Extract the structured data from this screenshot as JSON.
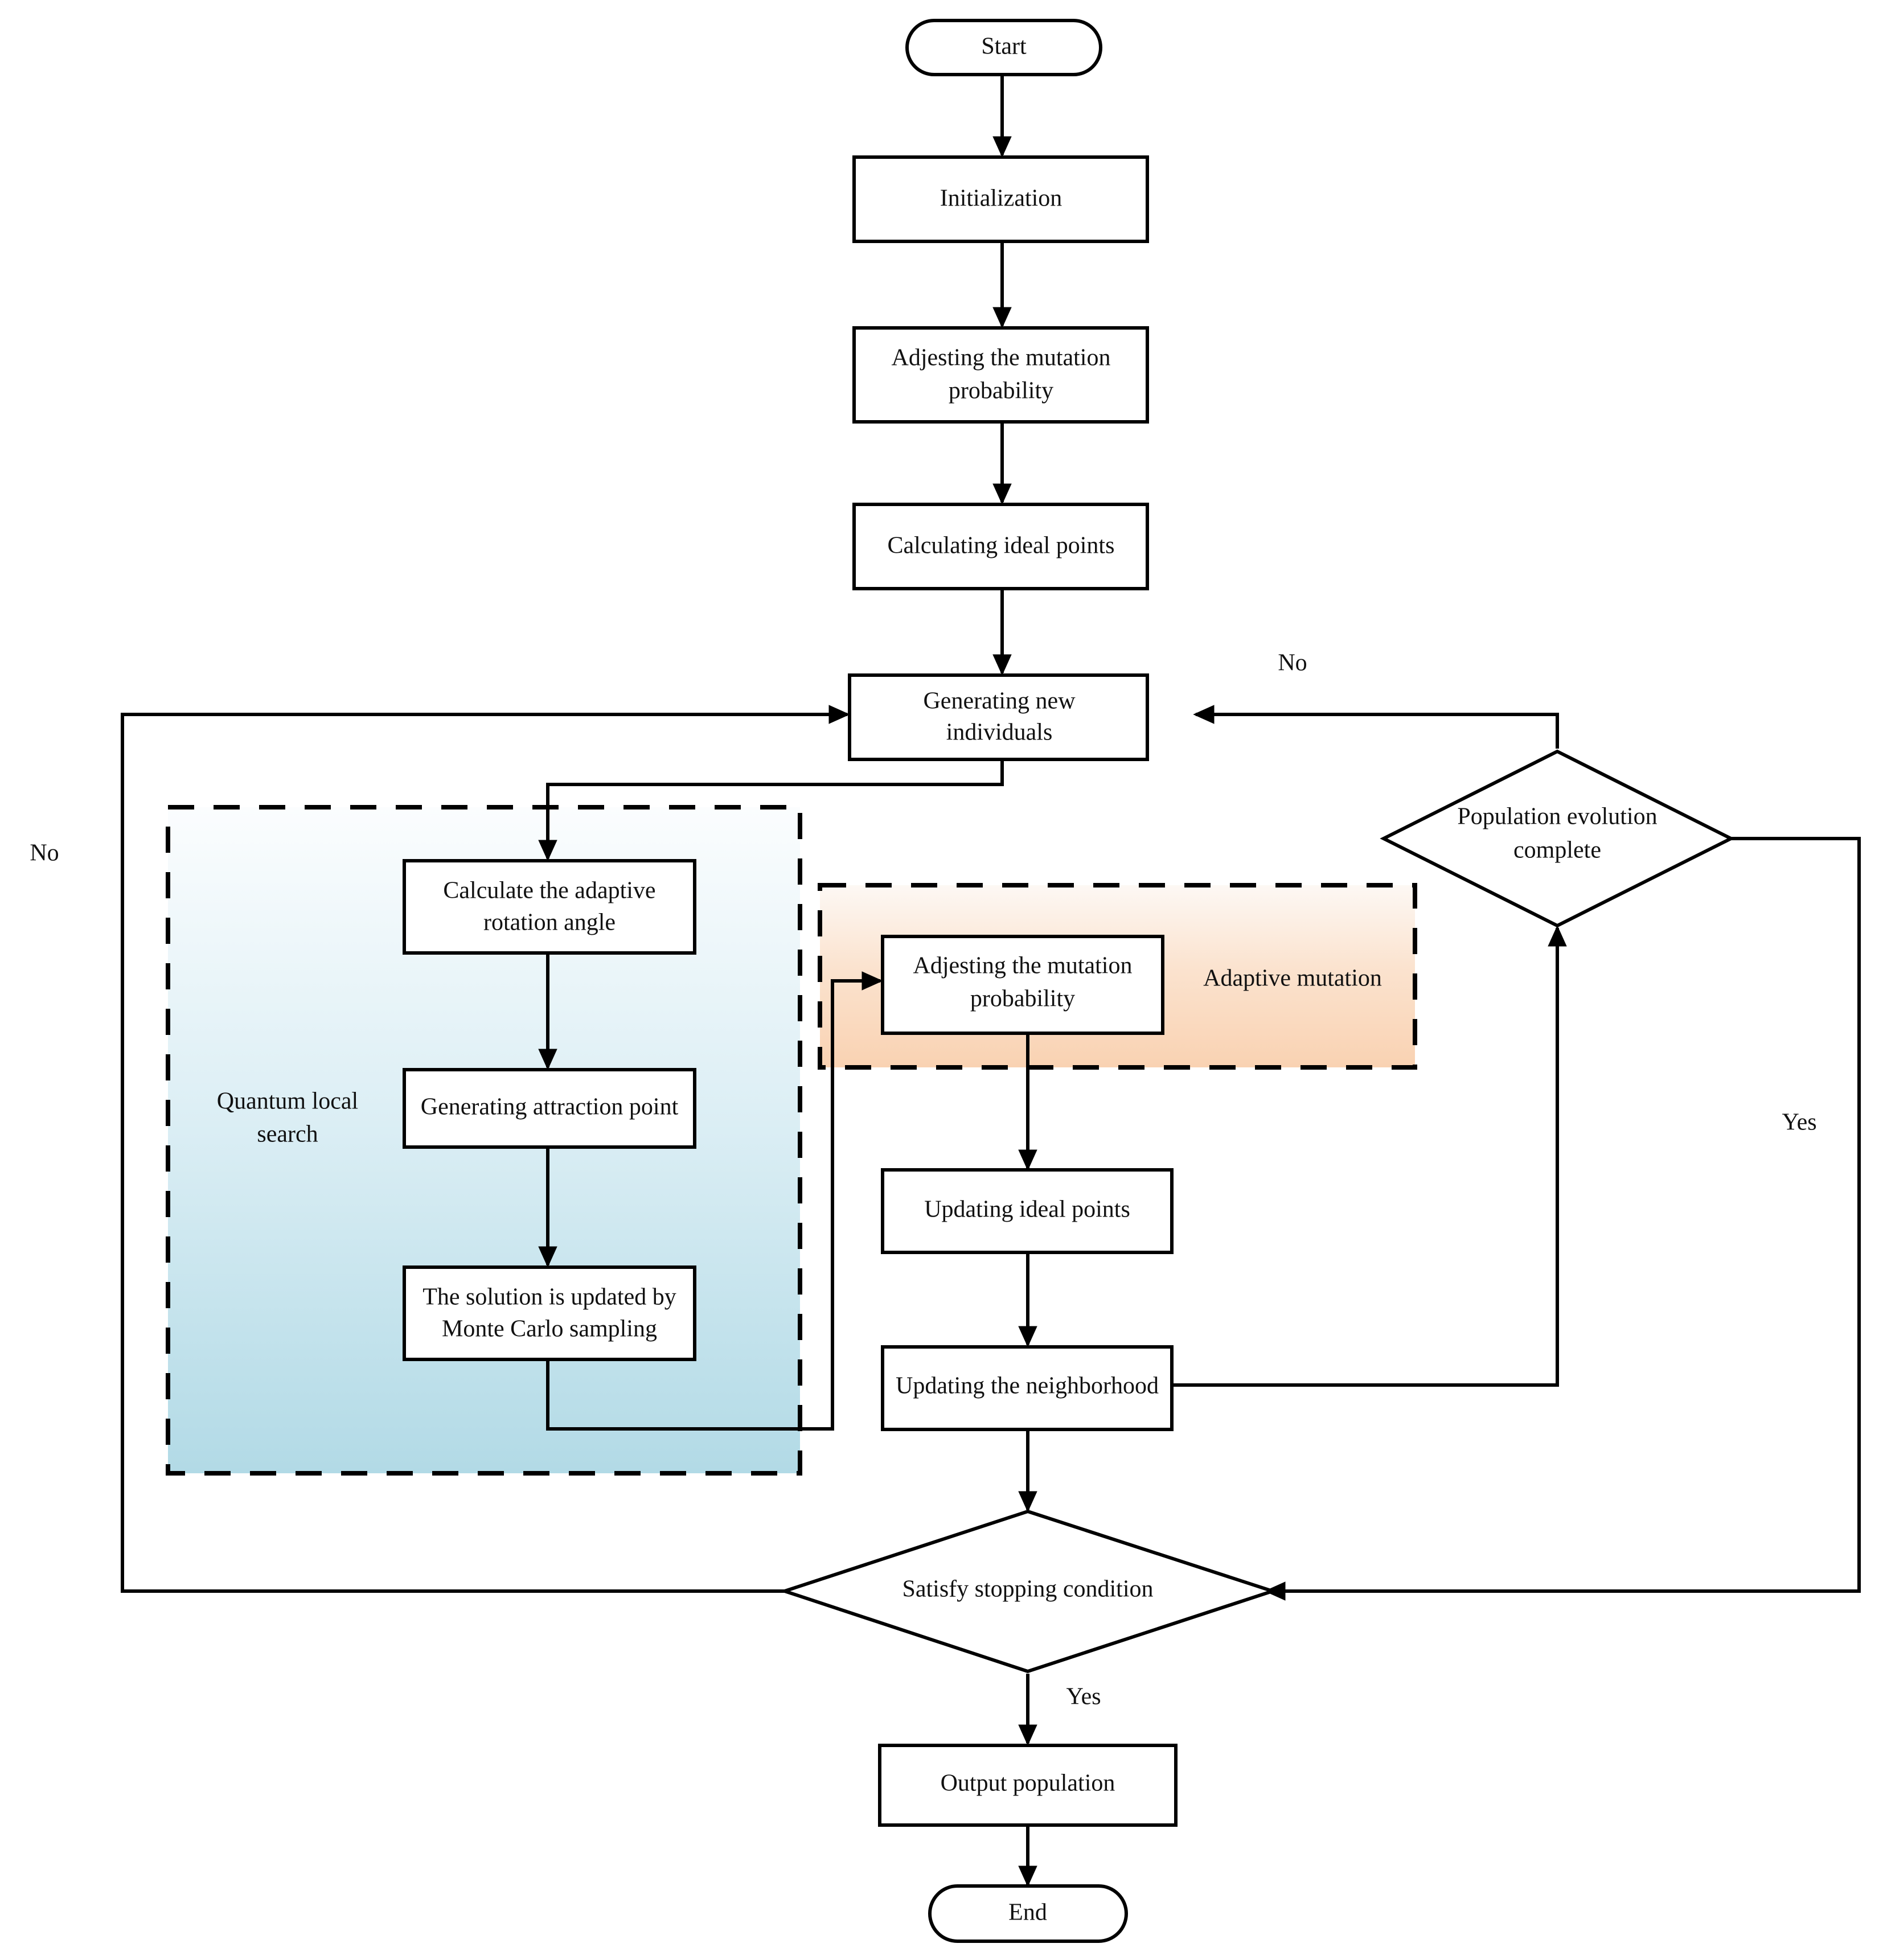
{
  "diagram": {
    "title": "Quantum-inspired adaptive evolutionary algorithm flowchart",
    "colors": {
      "stroke": "#000000",
      "node_fill": "#ffffff",
      "quantum_gradient_top": "#fbfdfe",
      "quantum_gradient_bottom": "#b2dae6",
      "mutation_gradient_top": "#fdf6f1",
      "mutation_gradient_bottom": "#f9d2b2",
      "background": "#ffffff"
    },
    "nodes": [
      {
        "id": "start",
        "shape": "terminator",
        "label": "Start"
      },
      {
        "id": "init",
        "shape": "process",
        "label": "Initialization"
      },
      {
        "id": "adjust1",
        "shape": "process",
        "label": "Adjesting the mutation\nprobability"
      },
      {
        "id": "calcideal",
        "shape": "process",
        "label": "Calculating ideal points"
      },
      {
        "id": "gennew",
        "shape": "process",
        "label": "Generating new\nindividuals"
      },
      {
        "id": "rotangle",
        "shape": "process",
        "label": "Calculate the adaptive\nrotation angle"
      },
      {
        "id": "attraction",
        "shape": "process",
        "label": "Generating attraction point"
      },
      {
        "id": "montecarlo",
        "shape": "process",
        "label": "The solution is updated by\nMonte Carlo sampling"
      },
      {
        "id": "adjust2",
        "shape": "process",
        "label": "Adjesting the mutation\nprobability"
      },
      {
        "id": "updideal",
        "shape": "process",
        "label": "Updating ideal points"
      },
      {
        "id": "updneigh",
        "shape": "process",
        "label": "Updating the neighborhood"
      },
      {
        "id": "popevo",
        "shape": "decision",
        "label": "Population evolution\ncomplete"
      },
      {
        "id": "stopcond",
        "shape": "decision",
        "label": "Satisfy stopping condition"
      },
      {
        "id": "outpop",
        "shape": "process",
        "label": "Output population"
      },
      {
        "id": "end",
        "shape": "terminator",
        "label": "End"
      }
    ],
    "node_labels": {
      "start": "Start",
      "init": "Initialization",
      "adjust1_line1": "Adjesting the mutation",
      "adjust1_line2": "probability",
      "calcideal": "Calculating ideal points",
      "gennew_line1": "Generating new",
      "gennew_line2": "individuals",
      "rotangle_line1": "Calculate the adaptive",
      "rotangle_line2": "rotation angle",
      "attraction": "Generating attraction point",
      "montecarlo_line1": "The solution is updated by",
      "montecarlo_line2": "Monte Carlo sampling",
      "adjust2_line1": "Adjesting the mutation",
      "adjust2_line2": "probability",
      "updideal": "Updating ideal points",
      "updneigh": "Updating the neighborhood",
      "popevo_line1": "Population evolution",
      "popevo_line2": "complete",
      "stopcond": "Satisfy stopping condition",
      "outpop": "Output population",
      "end": "End"
    },
    "group_labels": {
      "quantum_line1": "Quantum local",
      "quantum_line2": "search",
      "adaptive_mutation": "Adaptive mutation"
    },
    "edge_labels": {
      "popevo_no": "No",
      "popevo_yes": "Yes",
      "stopcond_no": "No",
      "stopcond_yes": "Yes"
    },
    "edges": [
      {
        "from": "start",
        "to": "init",
        "label": ""
      },
      {
        "from": "init",
        "to": "adjust1",
        "label": ""
      },
      {
        "from": "adjust1",
        "to": "calcideal",
        "label": ""
      },
      {
        "from": "calcideal",
        "to": "gennew",
        "label": ""
      },
      {
        "from": "gennew",
        "to": "rotangle",
        "label": ""
      },
      {
        "from": "rotangle",
        "to": "attraction",
        "label": ""
      },
      {
        "from": "attraction",
        "to": "montecarlo",
        "label": ""
      },
      {
        "from": "montecarlo",
        "to": "adjust2",
        "label": ""
      },
      {
        "from": "adjust2",
        "to": "updideal",
        "label": ""
      },
      {
        "from": "updideal",
        "to": "updneigh",
        "label": ""
      },
      {
        "from": "updneigh",
        "to": "popevo",
        "label": ""
      },
      {
        "from": "popevo",
        "to": "gennew",
        "label": "No"
      },
      {
        "from": "popevo",
        "to": "stopcond",
        "label": "Yes"
      },
      {
        "from": "updneigh",
        "to": "stopcond",
        "label": ""
      },
      {
        "from": "stopcond",
        "to": "gennew",
        "label": "No"
      },
      {
        "from": "stopcond",
        "to": "outpop",
        "label": "Yes"
      },
      {
        "from": "outpop",
        "to": "end",
        "label": ""
      }
    ],
    "groups": [
      {
        "id": "quantum-local-search",
        "label": "Quantum local search",
        "style": "dashed",
        "fill": "blue-gradient"
      },
      {
        "id": "adaptive-mutation",
        "label": "Adaptive mutation",
        "style": "dashed",
        "fill": "orange-gradient"
      }
    ]
  }
}
